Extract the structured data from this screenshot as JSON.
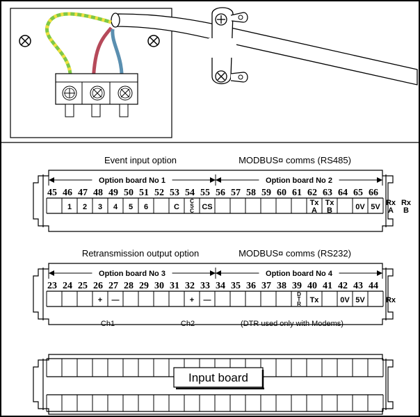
{
  "boards": [
    {
      "left_caption": "Event input option",
      "right_caption": "MODBUS¤ comms (RS485)",
      "left_board": "Option board No 1",
      "right_board": "Option board No 2",
      "numbers": [
        "45",
        "46",
        "47",
        "48",
        "49",
        "50",
        "51",
        "52",
        "53",
        "54",
        "55",
        "56",
        "57",
        "58",
        "59",
        "60",
        "61",
        "62",
        "63",
        "64",
        "65",
        "66"
      ],
      "terminals": [
        {
          "text": "1",
          "cell": 1
        },
        {
          "text": "2",
          "cell": 2
        },
        {
          "text": "3",
          "cell": 3
        },
        {
          "text": "4",
          "cell": 4
        },
        {
          "text": "5",
          "cell": 5
        },
        {
          "text": "6",
          "cell": 6
        },
        {
          "text": "C",
          "cell": 8
        },
        {
          "text": "CSC",
          "cell": 9,
          "vertical": true
        },
        {
          "text": "CS",
          "cell": 10
        },
        {
          "text": "Tx A",
          "cell": 17,
          "stacked": true
        },
        {
          "text": "Tx B",
          "cell": 18,
          "stacked": true
        },
        {
          "text": "0V",
          "cell": 20
        },
        {
          "text": "5V",
          "cell": 21
        },
        {
          "text": "Rx A",
          "cell": 22,
          "stacked": true
        },
        {
          "text": "Rx B",
          "cell": 23,
          "stacked": true
        }
      ],
      "footer": []
    },
    {
      "left_caption": "Retransmission output option",
      "right_caption": "MODBUS¤ comms (RS232)",
      "left_board": "Option board No 3",
      "right_board": "Option board No 4",
      "numbers": [
        "23",
        "24",
        "25",
        "26",
        "27",
        "28",
        "29",
        "30",
        "31",
        "32",
        "33",
        "34",
        "35",
        "36",
        "37",
        "38",
        "39",
        "40",
        "41",
        "42",
        "43",
        "44"
      ],
      "terminals": [
        {
          "text": "+",
          "cell": 3
        },
        {
          "text": "—",
          "cell": 4
        },
        {
          "text": "+",
          "cell": 9
        },
        {
          "text": "—",
          "cell": 10
        },
        {
          "text": "DTR",
          "cell": 16,
          "vertical": true
        },
        {
          "text": "Tx",
          "cell": 17
        },
        {
          "text": "0V",
          "cell": 19
        },
        {
          "text": "5V",
          "cell": 20
        },
        {
          "text": "Rx",
          "cell": 22
        }
      ],
      "footer": [
        {
          "text": "Ch1",
          "key": "ch1"
        },
        {
          "text": "Ch2",
          "key": "ch2"
        },
        {
          "text": "(DTR used only with Modems)",
          "key": "note"
        }
      ]
    }
  ],
  "input_board": {
    "label": "Input board"
  },
  "photo": {
    "screw_symbol": "⊗",
    "colors": {
      "earth_green": "#7fc846",
      "earth_yellow": "#f0e040",
      "live": "#b64a5a",
      "neutral": "#5a8fb0",
      "cable": "#777777"
    }
  }
}
